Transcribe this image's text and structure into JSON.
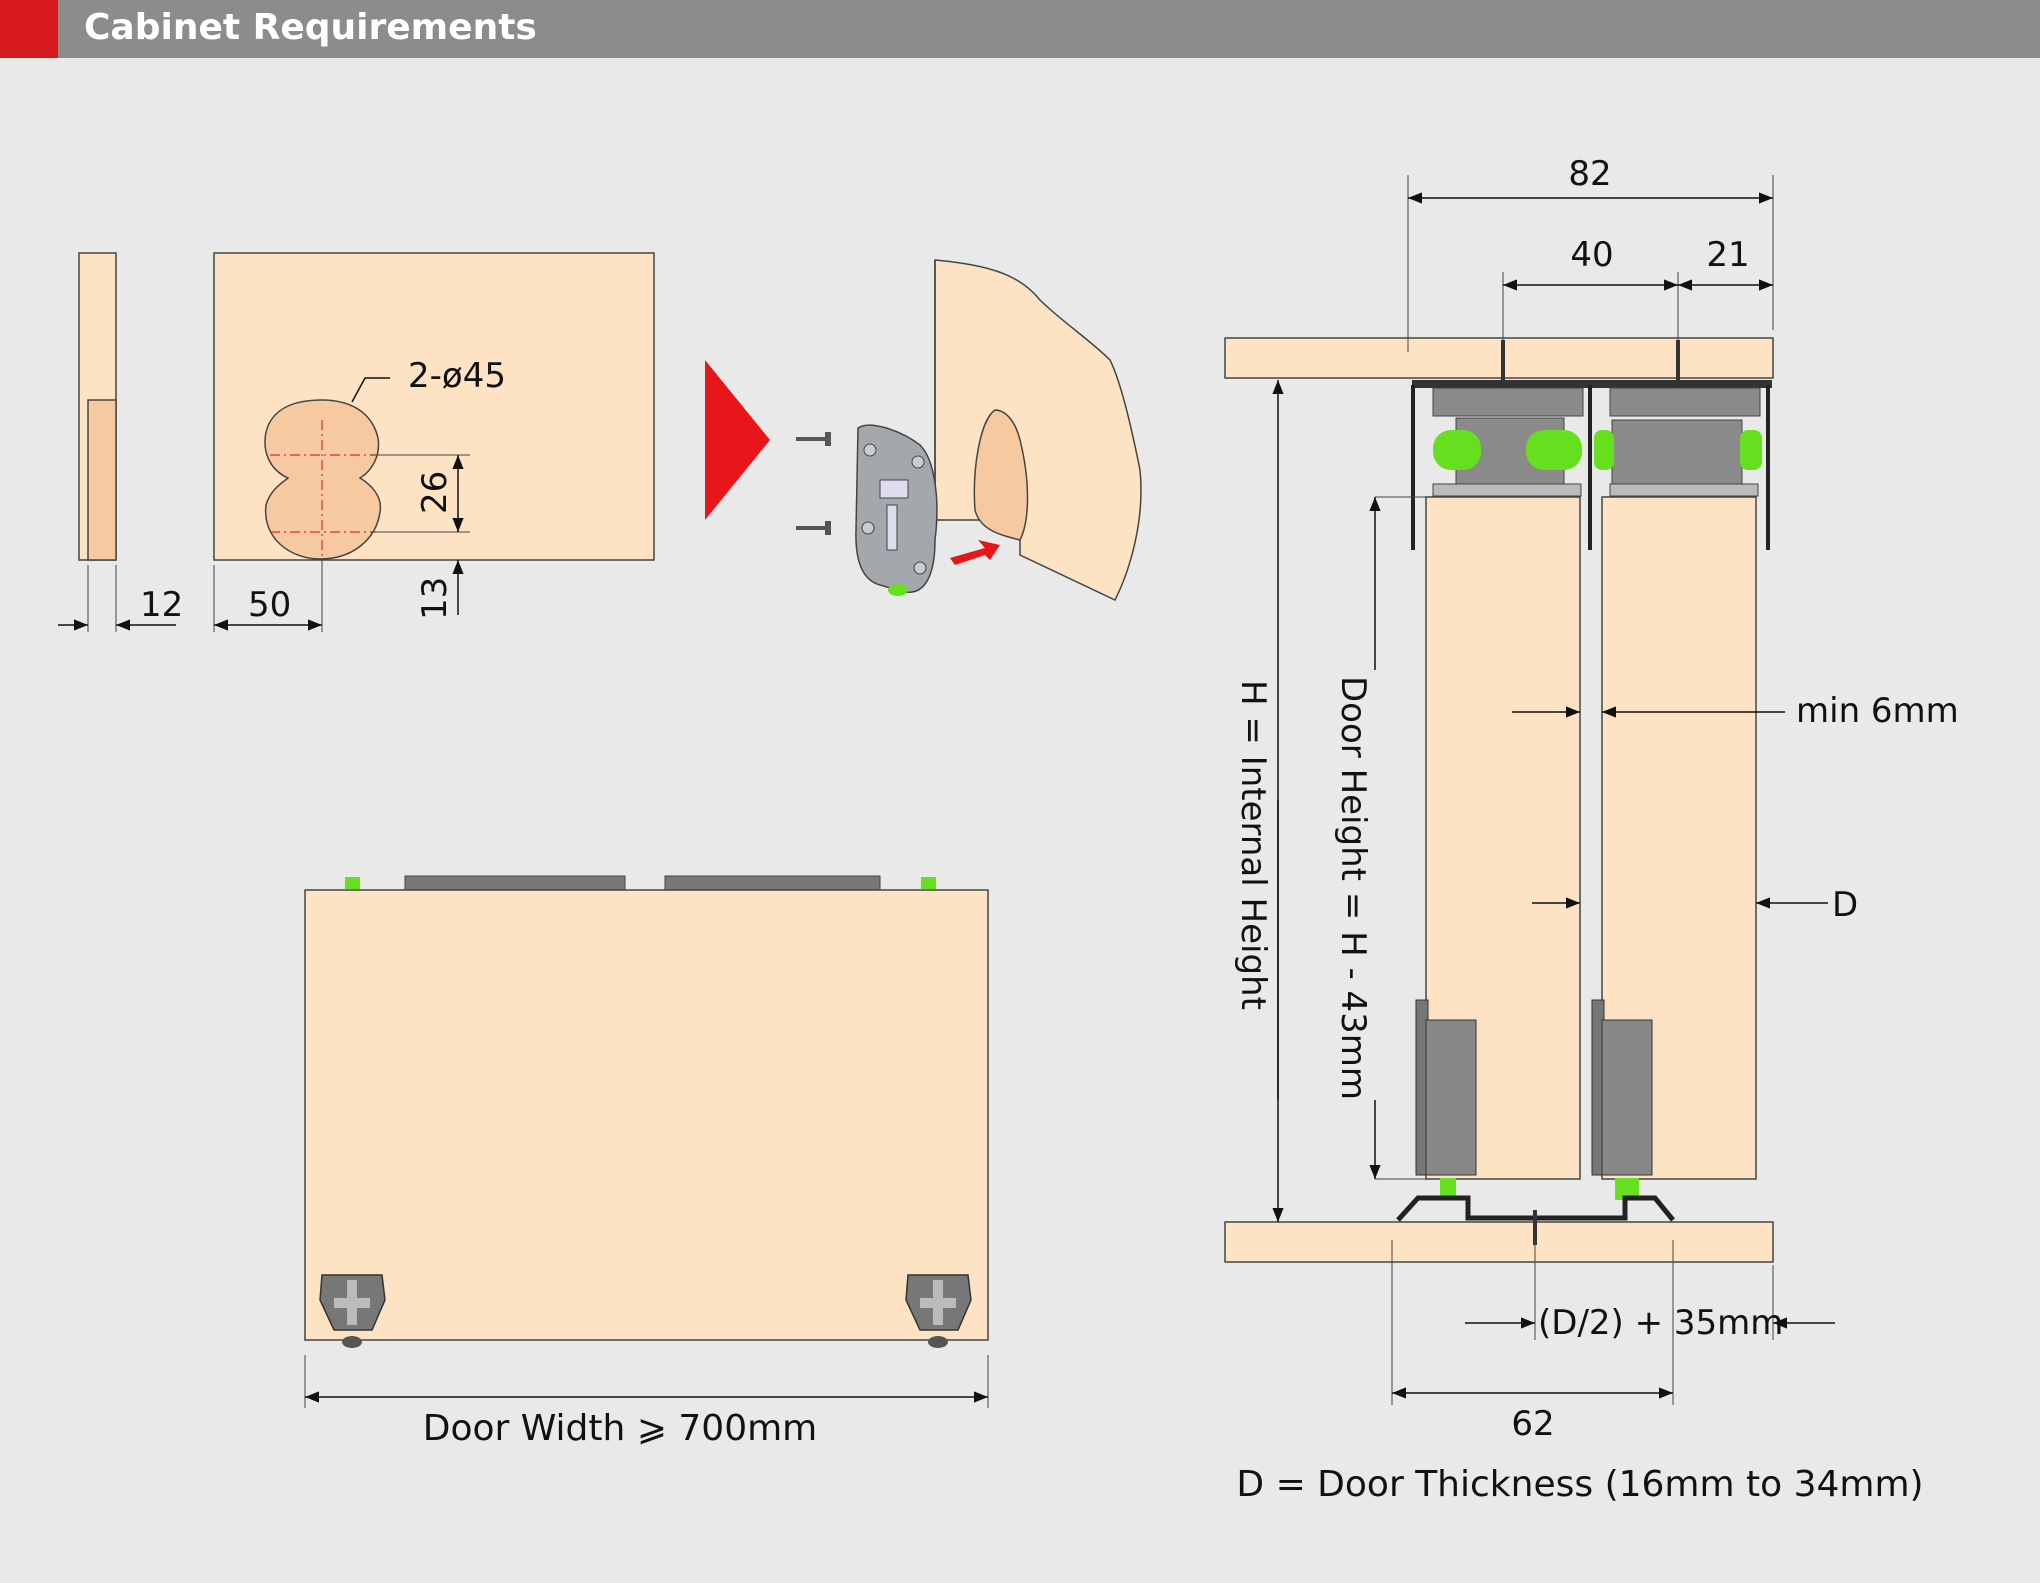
{
  "header": {
    "title": "Cabinet Requirements",
    "accent_color": "#d71920",
    "bar_color": "#8c8c8c"
  },
  "colors": {
    "wood": "#fde3c4",
    "hole": "#f7c9a0",
    "hardware": "#8a8a8a",
    "green": "#66e01e",
    "arrow_red": "#e8161b"
  },
  "drilling": {
    "hole_label": "2-ø45",
    "dim_spacing": "26",
    "dim_edge": "13",
    "dim_side": "50",
    "dim_thickness": "12"
  },
  "door_front": {
    "width_label": "Door Width  ⩾ 700mm"
  },
  "cross_section": {
    "dim_total": "82",
    "dim_center": "40",
    "dim_edge": "21",
    "internal_height": "H = Internal Height",
    "door_height": "Door Height = H - 43mm",
    "min_gap": "min 6mm",
    "thickness_marker": "D",
    "track_offset": "(D/2) + 35mm",
    "track_width": "62",
    "legend": "D = Door Thickness (16mm to 34mm)"
  }
}
